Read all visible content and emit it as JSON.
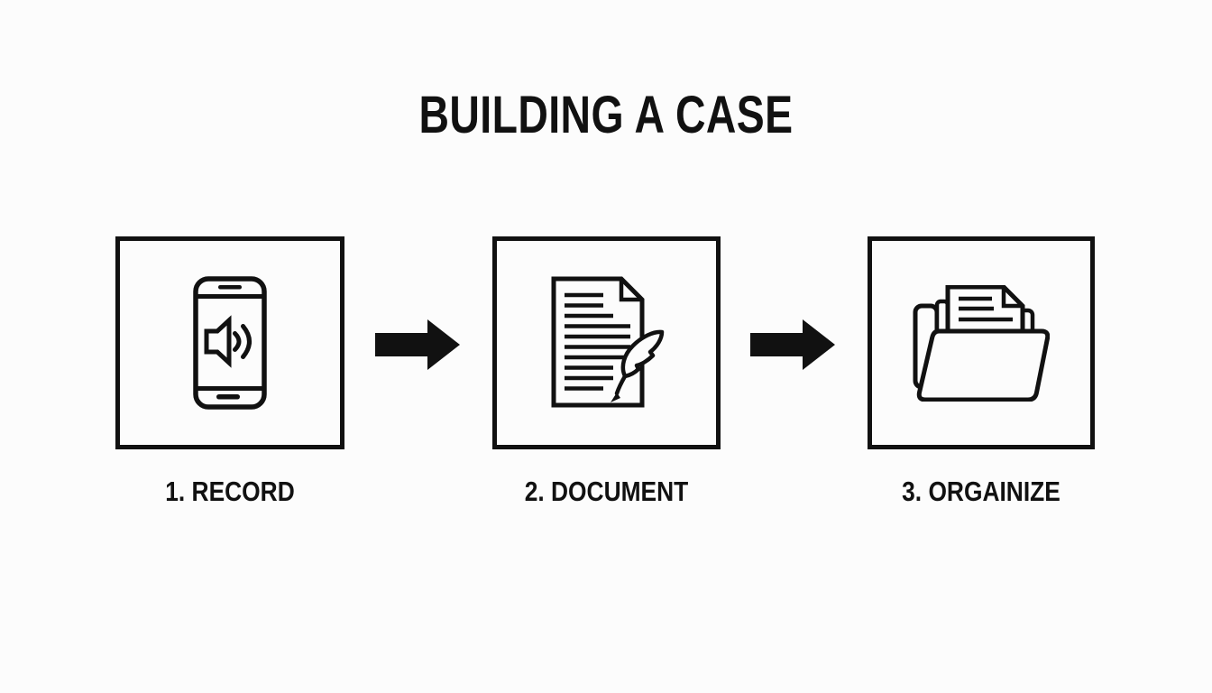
{
  "title": "BUILDING A CASE",
  "steps": [
    {
      "label": "1. RECORD",
      "icon": "smartphone-audio-icon"
    },
    {
      "label": "2. DOCUMENT",
      "icon": "document-quill-icon"
    },
    {
      "label": "3. ORGAINIZE",
      "icon": "folder-files-icon"
    }
  ],
  "connectors": [
    {
      "icon": "arrow-right-icon"
    },
    {
      "icon": "arrow-right-icon"
    }
  ],
  "colors": {
    "ink": "#111111",
    "background": "#fcfcfc"
  }
}
